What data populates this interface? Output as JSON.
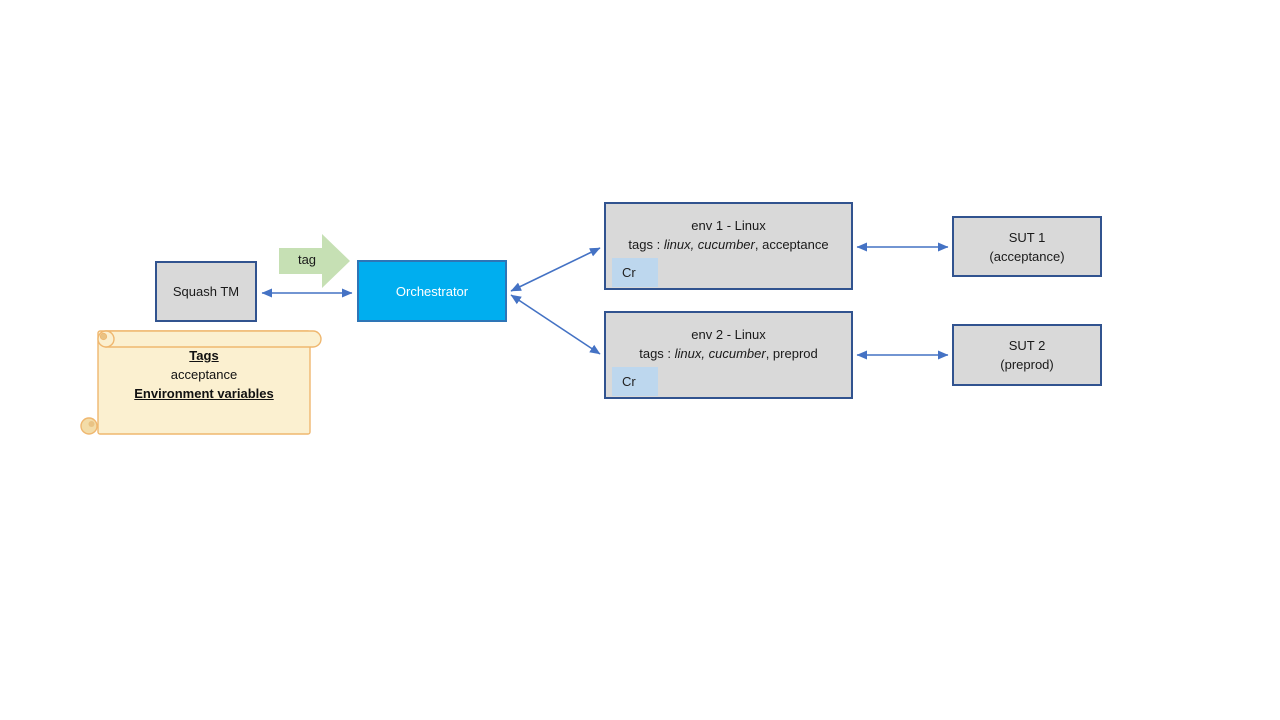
{
  "colors": {
    "connector": "#4472C4",
    "gray_box_fill": "#D9D9D9",
    "gray_box_border": "#31538F",
    "orchestrator_fill": "#00AEEF",
    "orchestrator_border": "#2E75B6",
    "orchestrator_text": "#FFFFFF",
    "tag_arrow_fill": "#C6E0B4",
    "cr_badge_fill": "#BDD7EE",
    "scroll_fill": "#FBF0D0",
    "scroll_border": "#EFB76F"
  },
  "nodes": {
    "squash_tm": {
      "label": "Squash TM"
    },
    "tag_arrow": {
      "label": "tag"
    },
    "orchestrator": {
      "label": "Orchestrator"
    },
    "scroll_note": {
      "line1": "Tags",
      "line2": "acceptance",
      "line3": "Environment variables"
    },
    "env1": {
      "title": "env 1 - Linux",
      "tags_prefix": "tags : ",
      "tags_italic": "linux, cucumber",
      "tags_rest": ", acceptance",
      "badge": "Cr"
    },
    "env2": {
      "title": "env 2 - Linux",
      "tags_prefix": "tags : ",
      "tags_italic": "linux, cucumber",
      "tags_rest": ", preprod",
      "badge": "Cr"
    },
    "sut1": {
      "line1": "SUT 1",
      "line2": "(acceptance)"
    },
    "sut2": {
      "line1": "SUT 2",
      "line2": "(preprod)"
    }
  }
}
